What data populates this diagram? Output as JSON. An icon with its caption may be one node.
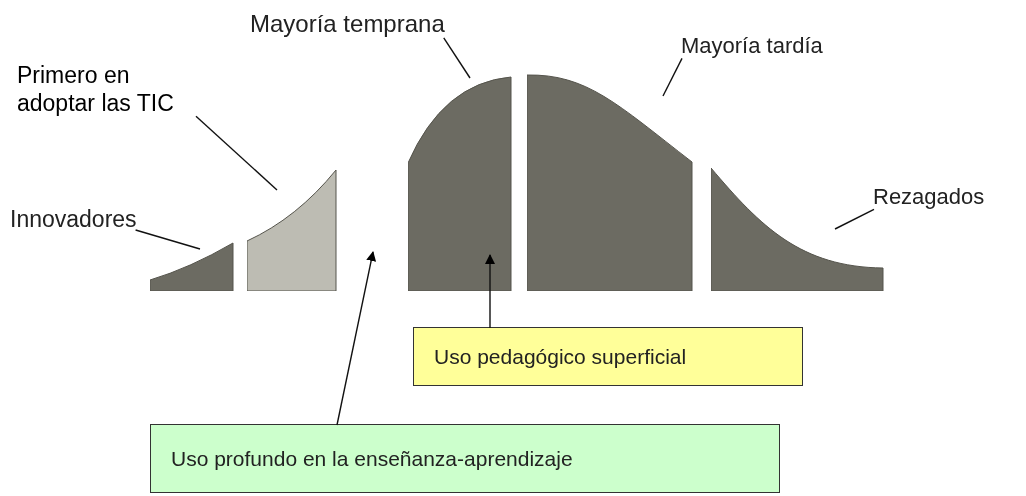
{
  "diagram": {
    "nodes": [
      {
        "text": [
          "Mayoría temprana"
        ]
      },
      {
        "text": [
          "Mayoría tardía"
        ]
      },
      {
        "text": [
          "Primero en adoptar las TIC"
        ]
      },
      {
        "text": [
          "Innovadores"
        ]
      },
      {
        "text": [
          "Rezagados"
        ]
      },
      {
        "text": [],
        "shape": "bar"
      },
      {
        "text": [],
        "shape": "bar"
      },
      {
        "text": [],
        "shape": "bar"
      },
      {
        "text": [],
        "shape": "bar"
      },
      {
        "text": [],
        "shape": "bar"
      },
      {
        "text": [
          "Uso pedagógico superficial"
        ]
      },
      {
        "text": [
          "Uso profundo en la enseñanza-aprendizaje"
        ]
      }
    ],
    "edges": [
      {
        "from": 0,
        "to": 7,
        "arrow": "none"
      },
      {
        "from": 1,
        "to": 8,
        "arrow": "none"
      },
      {
        "from": 2,
        "to": 6,
        "arrow": "none"
      },
      {
        "from": 3,
        "to": 5,
        "arrow": "none"
      },
      {
        "from": 4,
        "to": 9,
        "arrow": "none"
      },
      {
        "from": 10,
        "to": 7,
        "arrow": "to"
      },
      {
        "from": 11,
        "to": null,
        "arrow": "to"
      }
    ]
  }
}
